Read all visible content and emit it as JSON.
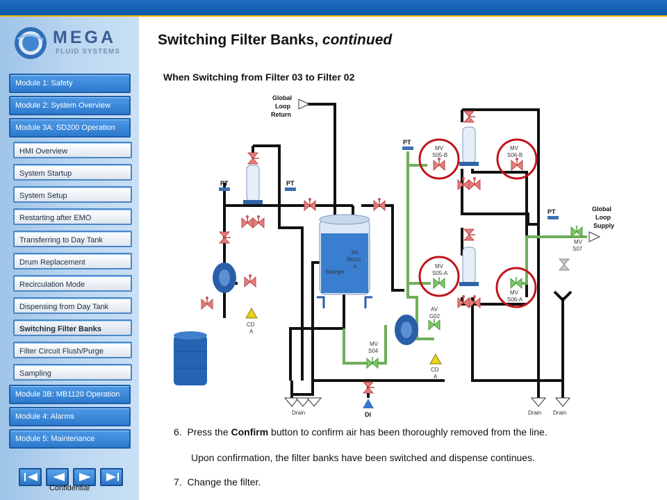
{
  "logo": {
    "name": "MEGA",
    "sub": "FLUID SYSTEMS"
  },
  "nav": [
    {
      "label": "Module 1: Safety",
      "type": "module"
    },
    {
      "label": "Module 2: System Overview",
      "type": "module"
    },
    {
      "label": "Module 3A: SD200 Operation",
      "type": "module"
    },
    {
      "label": "HMI Overview",
      "type": "sub"
    },
    {
      "label": "System Startup",
      "type": "sub"
    },
    {
      "label": "System Setup",
      "type": "sub"
    },
    {
      "label": "Restarting after EMO",
      "type": "sub"
    },
    {
      "label": "Transferring to Day Tank",
      "type": "sub"
    },
    {
      "label": "Drum Replacement",
      "type": "sub"
    },
    {
      "label": "Recirculation Mode",
      "type": "sub"
    },
    {
      "label": "Dispensing from Day Tank",
      "type": "sub"
    },
    {
      "label": "Switching Filter Banks",
      "type": "sub",
      "active": true
    },
    {
      "label": "Filter Circuit Flush/Purge",
      "type": "sub"
    },
    {
      "label": "Sampling",
      "type": "sub"
    },
    {
      "label": "Module 3B: MB1120 Operation",
      "type": "module"
    },
    {
      "label": "Module 4: Alarms",
      "type": "module"
    },
    {
      "label": "Module 5: Maintenance",
      "type": "module"
    }
  ],
  "footer": {
    "confidential": "Confidential"
  },
  "title": {
    "main": "Switching Filter Banks, ",
    "italic": "continued"
  },
  "subtitle": "When Switching from Filter 03 to Filter 02",
  "diagram": {
    "global_return": [
      "Global",
      "Loop",
      "Return"
    ],
    "global_supply": [
      "Global",
      "Loop",
      "Supply"
    ],
    "pt": "PT",
    "mv_s05b": [
      "MV",
      "S05-B"
    ],
    "mv_s06b": [
      "MV",
      "S06-B"
    ],
    "mv_s05a": [
      "MV",
      "S05-A"
    ],
    "mv_s06a": [
      "MV",
      "S06-A"
    ],
    "mv_s07": [
      "MV",
      "S07"
    ],
    "mv_s04": [
      "MV",
      "S04"
    ],
    "av_g02": [
      "AV",
      "G02"
    ],
    "cda": [
      "CD",
      "A"
    ],
    "jet": [
      "Jet",
      "Nozzl",
      "e"
    ],
    "sparger": "Sparger",
    "drain": "Drain",
    "di": "DI"
  },
  "steps": {
    "s6_num": "6.",
    "s6_a": "Press the ",
    "s6_b": "Confirm",
    "s6_c": " button to confirm air has been thoroughly removed from the line.",
    "s6_cont": "Upon confirmation, the filter banks have been switched and dispense continues.",
    "s7_num": "7.",
    "s7": "Change the filter."
  },
  "colors": {
    "pipe": "#111111",
    "green_pipe": "#6fae5a",
    "valve": "#e07070",
    "highlight": "#c0141a",
    "blue": "#1a5fb4"
  }
}
